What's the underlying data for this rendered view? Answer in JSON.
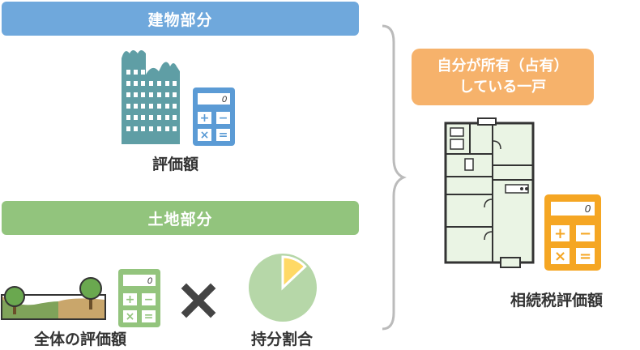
{
  "building": {
    "header": "建物部分",
    "caption": "評価額"
  },
  "land": {
    "header": "土地部分",
    "total_caption": "全体の評価額",
    "share_caption": "持分割合",
    "share_fraction": 0.13
  },
  "result": {
    "line1": "自分が所有（占有）",
    "line2": "している一戸",
    "caption": "相続税評価額"
  },
  "calculator": {
    "display": "0",
    "plus": "+",
    "minus": "−",
    "times": "×",
    "equals": "="
  },
  "operator": "×",
  "colors": {
    "building": "#6fa8dc",
    "land": "#92c47d",
    "result": "#f6b26b",
    "calc_blue": "#5b9bd5",
    "calc_green": "#93c47d",
    "calc_orange": "#f5a623",
    "building_icon": "#5f9ea5",
    "pie_base": "#b6d7a8",
    "pie_slice": "#ffd966",
    "bracket": "#bbbbbb"
  },
  "icons": [
    "building-icon",
    "calculator-icon",
    "land-icon",
    "pie-chart-icon",
    "floor-plan-icon",
    "multiply-icon"
  ]
}
